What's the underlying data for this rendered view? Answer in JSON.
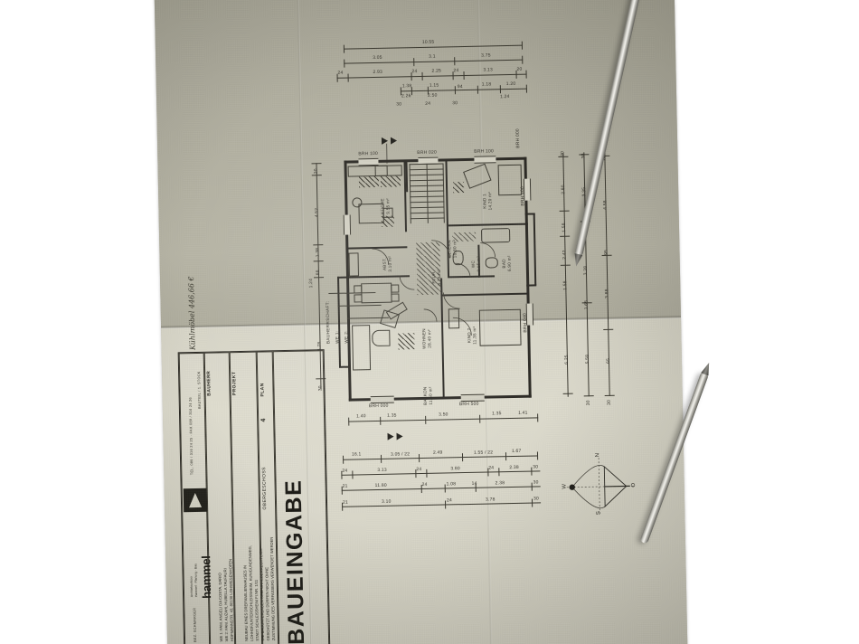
{
  "image": {
    "subject": "photograph of an architectural building-permit floor plan on folded paper",
    "background_color": "#ffffff",
    "paper_color": "#c9c7b8"
  },
  "title_block": {
    "main_title": "BAUEINGABE",
    "plan_number_label": "PLAN",
    "plan_number": "4",
    "plan_title": "OBERGESCHOSS",
    "project_label": "PROJEKT",
    "project_text": "NEUBAU EINES DREIFAMILIENHAUSES IN\nLOHHOF/UNTERSCHLEISSHEIM, KUNIGUNDENWEG,\nSTADT SCHLEISSHEIM FI.NR. 1/11\nDIE BAUUNTERLAGEN SIND URHEBERRECHTLICH\nGESCHÜTZT UND DÜRFEN NICHT OHNE\nZUSTIMMUNG DES VERFASSERS VERWENDET WERDEN",
    "builder_label": "BAUHERR",
    "builder_text": "WE 1: FAM. ANGELI DA COSTA, DARIO\nWE 2: FAM. AUZAHL HUBELLA TAUFAURI\nHOFMANNSTR. 43, 80130 LOHWIESENHOFEN",
    "office_line": "BAUTEIL / 1. STOCK",
    "contact_line": "TEL. 089 / 316 24 25 · FAX 089 / 316 24 26",
    "sheet_side_note": "BEZ. SCHMARGER",
    "handwritten_note": "Kühlmöbel 446,66 €",
    "unit_labels": [
      "BAUHERRSCHAFT:",
      "WE 1:",
      "WE 2:"
    ],
    "logo_text": "hammel",
    "logo_subtext": "Architekturbüro\nHammel · Planung · Bau"
  },
  "compass": {
    "north": "N",
    "east": "O",
    "south": "S",
    "west": "W"
  },
  "rooms": [
    {
      "name": "KÜCHE",
      "area": "9.55 m²"
    },
    {
      "name": "ABST.",
      "area": "3.10 m²"
    },
    {
      "name": "FLUR",
      "area": "8.70 m²"
    },
    {
      "name": "WC",
      "area": "2.15 m²"
    },
    {
      "name": "BAD",
      "area": "6.90 m²"
    },
    {
      "name": "KIND 1",
      "area": "14.20 m²"
    },
    {
      "name": "KIND 2",
      "area": "11.35 m²"
    },
    {
      "name": "ELTERN",
      "area": "16.80 m²"
    },
    {
      "name": "WOHNEN",
      "area": "28.40 m²"
    },
    {
      "name": "BALKON",
      "area": "11.50 m²"
    }
  ],
  "openings": [
    {
      "code": "BRH 100"
    },
    {
      "code": "BRH 020"
    },
    {
      "code": "BRH 100"
    },
    {
      "code": "BRH 100"
    },
    {
      "code": "BRH 040"
    },
    {
      "code": "BRH 000"
    },
    {
      "code": "BRH 000"
    },
    {
      "code": "BRH 500"
    }
  ],
  "dimensions": {
    "top": {
      "row1": [
        "10.55"
      ],
      "row2": [
        "3.05",
        "3.1",
        "3.75"
      ],
      "row3": [
        "24",
        "2.93",
        "24",
        "2.25",
        "24",
        "3.13",
        "20"
      ],
      "row4": [
        "30",
        "24",
        "30",
        "1.24"
      ],
      "row5": [
        "1.38",
        "2.26",
        "1.15",
        "2.50",
        "94",
        "1.18",
        "1.20"
      ]
    },
    "right": {
      "col1": [
        "20",
        "2.80",
        "1.58",
        "2.42",
        "1.58",
        "6.25"
      ],
      "col2": [
        "30",
        "3.35",
        "72",
        "3.38",
        "1.65",
        "5.58",
        "30"
      ],
      "col3": [
        "20",
        "4.58",
        "95",
        "3.88",
        "65",
        "30"
      ]
    },
    "left": [
      "20",
      "4.52",
      "1.38",
      "88",
      "1.24",
      "8.78",
      "30"
    ],
    "bottom": {
      "row1": [
        "1.40",
        "1.35",
        "3.50",
        "1.35",
        "1.41"
      ],
      "row2": [
        "16.1",
        "3.05 / 22",
        "2.49",
        "1.55 / 22",
        "1.67"
      ],
      "row3": [
        "24",
        "3.13",
        "24",
        "3.80",
        "24",
        "2.38",
        "30"
      ],
      "row4": [
        "21",
        "11.80",
        "24",
        "1.08",
        "14",
        "2.38",
        "30"
      ],
      "row5": [
        "21",
        "3.10",
        "24",
        "3.78",
        "30"
      ]
    }
  },
  "annotations": {
    "section_marker_top": "A",
    "section_marker_bottom": "A"
  }
}
